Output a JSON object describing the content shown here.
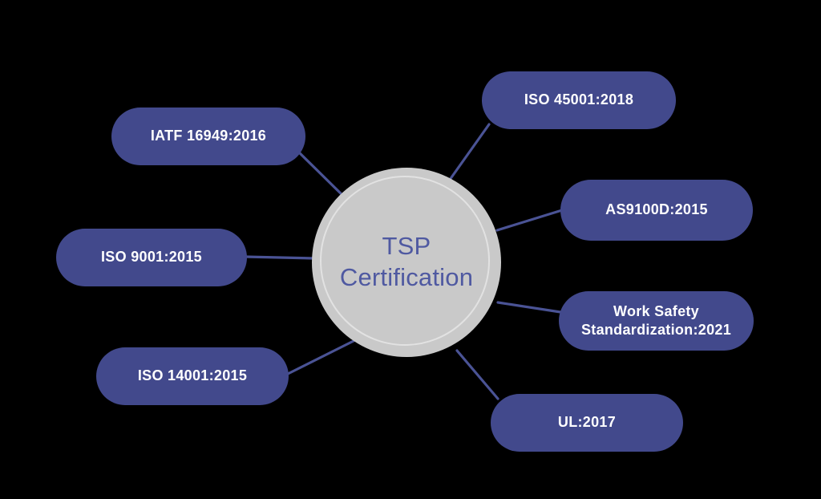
{
  "diagram": {
    "title": "TSP Certification",
    "background_color": "#000000",
    "hub": {
      "label": "TSP\nCertification",
      "fill_color": "#c9c9c9",
      "ring_color": "#e2e2e2",
      "text_color": "#4f59a1"
    },
    "node_fill_color": "#42498c",
    "node_text_color": "#ffffff",
    "connector_color": "#4a5395",
    "nodes": [
      {
        "id": "iso-45001",
        "label": "ISO 45001:2018",
        "position": "top-right"
      },
      {
        "id": "as9100d",
        "label": "AS9100D:2015",
        "position": "right-upper"
      },
      {
        "id": "work-safety",
        "label": "Work Safety\nStandardization:2021",
        "position": "right-lower"
      },
      {
        "id": "ul",
        "label": "UL:2017",
        "position": "bottom-right"
      },
      {
        "id": "iatf-16949",
        "label": "IATF 16949:2016",
        "position": "top-left"
      },
      {
        "id": "iso-9001",
        "label": "ISO 9001:2015",
        "position": "left"
      },
      {
        "id": "iso-14001",
        "label": "ISO 14001:2015",
        "position": "bottom-left"
      }
    ]
  }
}
